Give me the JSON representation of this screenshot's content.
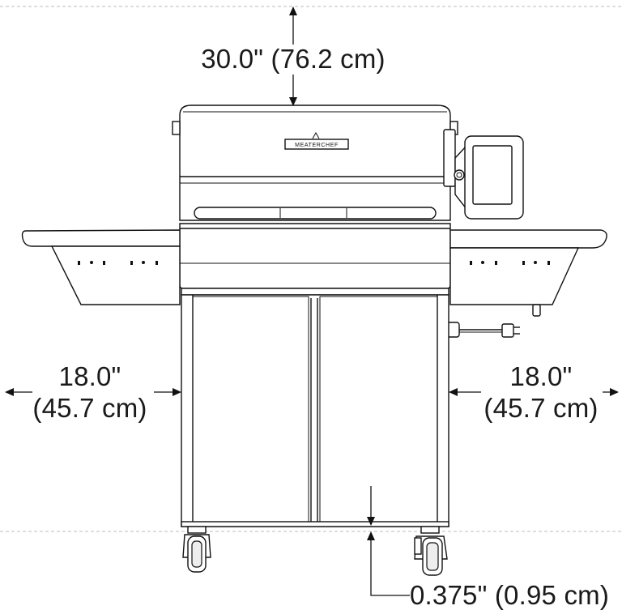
{
  "dimensions": {
    "top_clearance": "30.0\" (76.2 cm)",
    "left_clearance_imperial": "18.0\"",
    "left_clearance_metric": "(45.7 cm)",
    "right_clearance_imperial": "18.0\"",
    "right_clearance_metric": "(45.7 cm)",
    "ground_clearance": "0.375\" (0.95 cm)"
  },
  "brand_plate_text": "MEATERCHEF",
  "colors": {
    "line": "#111111",
    "guide_dash": "#bdbdbd",
    "background": "#ffffff"
  }
}
